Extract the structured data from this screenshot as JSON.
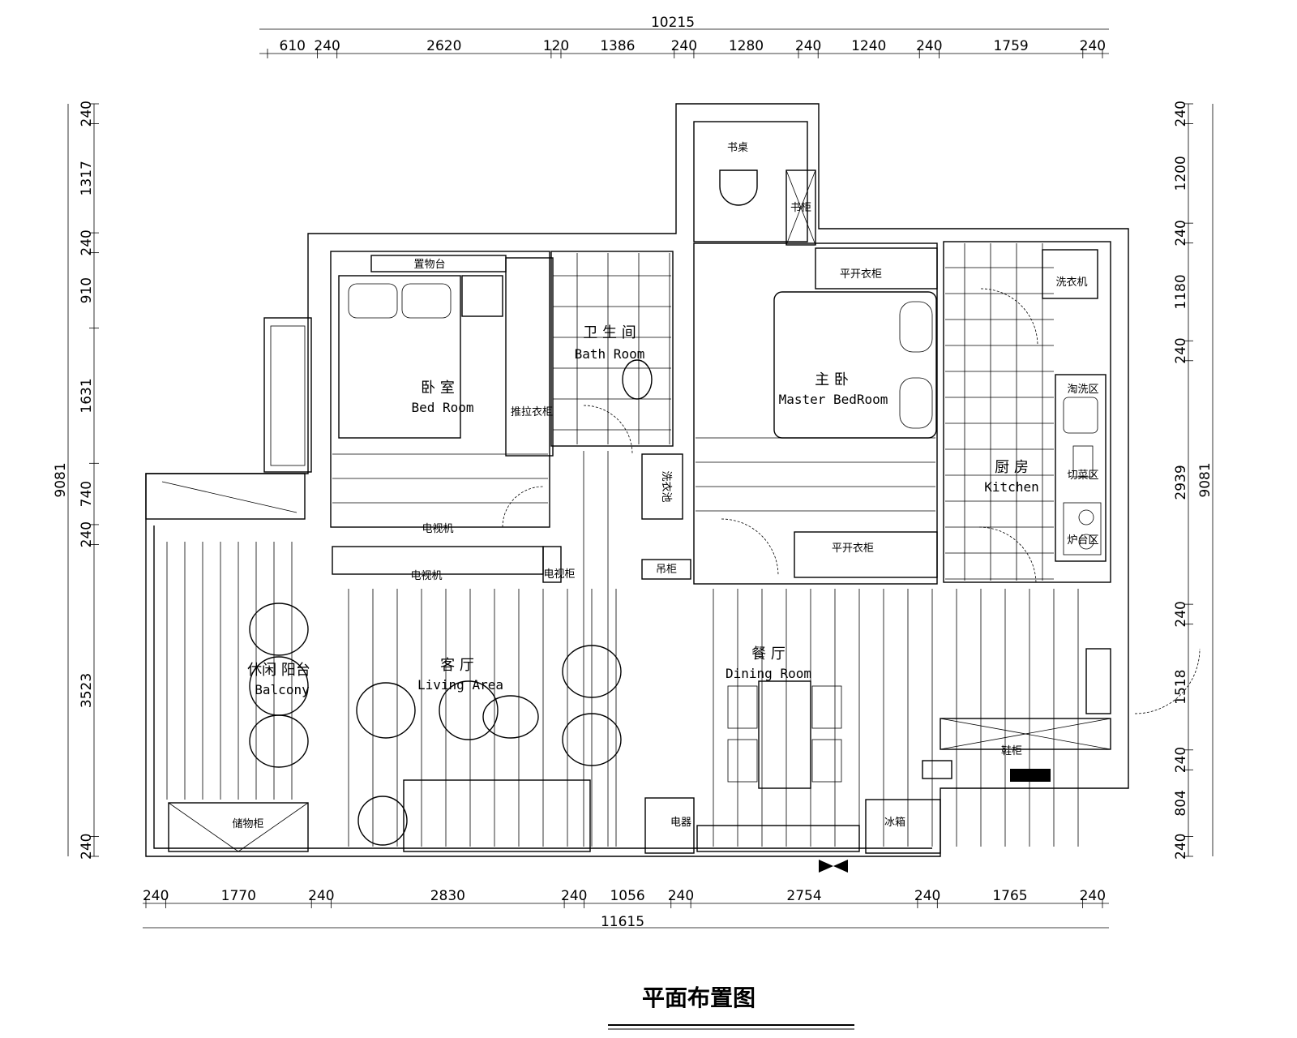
{
  "title": "平面布置图",
  "dimensions": {
    "top_total": "10215",
    "top": [
      "610",
      "240",
      "2620",
      "120",
      "1386",
      "240",
      "1280",
      "240",
      "1240",
      "240",
      "1759",
      "240"
    ],
    "bottom_total": "11615",
    "bottom": [
      "240",
      "1770",
      "240",
      "2830",
      "240",
      "1056",
      "240",
      "2754",
      "240",
      "1765",
      "240"
    ],
    "left_total": "9081",
    "left": [
      "240",
      "1317",
      "240",
      "910",
      "1631",
      "740",
      "240",
      "3523",
      "240"
    ],
    "right_total": "9081",
    "right": [
      "240",
      "1200",
      "240",
      "1180",
      "240",
      "2939",
      "240",
      "1518",
      "240",
      "804",
      "240"
    ]
  },
  "rooms": {
    "bedroom": {
      "cn": "卧 室",
      "en": "Bed Room"
    },
    "bathroom": {
      "cn": "卫 生 间",
      "en": "Bath Room"
    },
    "master": {
      "cn": "主 卧",
      "en": "Master BedRoom"
    },
    "kitchen": {
      "cn": "厨 房",
      "en": "Kitchen"
    },
    "living": {
      "cn": "客 厅",
      "en": "Living   Area"
    },
    "dining": {
      "cn": "餐 厅",
      "en": "Dining Room"
    },
    "balcony": {
      "cn": "休闲 阳台",
      "en": "Balcony"
    }
  },
  "furniture": {
    "shelf": "置物台",
    "sliding_wardrobe": "推拉衣柜",
    "tv1": "电视机",
    "tv2": "电视机",
    "tv_cabinet": "电视柜",
    "desk": "书桌",
    "bookcase": "书柜",
    "wardrobe1": "平开衣柜",
    "wardrobe2": "平开衣柜",
    "washer": "洗衣机",
    "wash_area": "淘洗区",
    "cut_area": "切菜区",
    "stove_area": "炉台区",
    "shoe_cabinet": "鞋柜",
    "storage": "储物柜",
    "appliance": "电器",
    "fridge": "冰箱",
    "cabinet": "吊柜",
    "laundry": "洗衣池"
  }
}
